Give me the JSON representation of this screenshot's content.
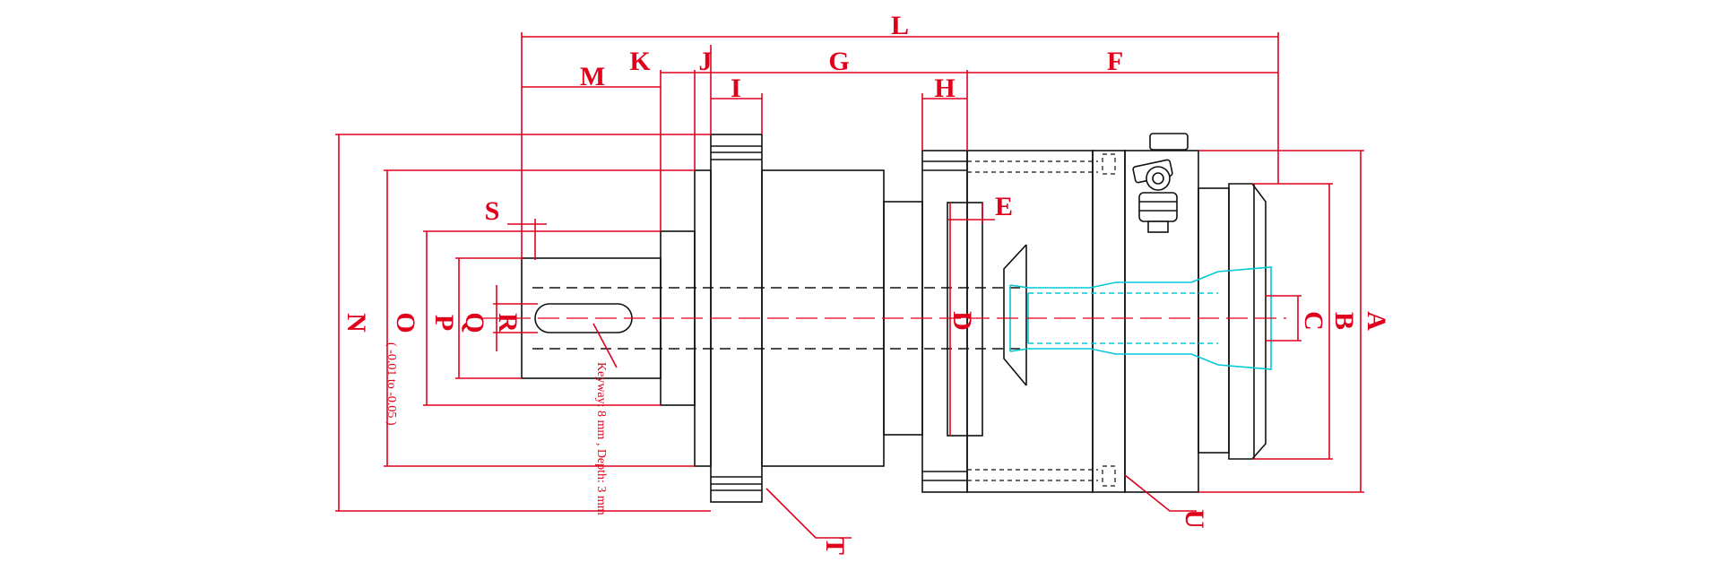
{
  "colors": {
    "dimension": "#e0001b",
    "outline": "#111111",
    "collet": "#00c8d8",
    "background": "#ffffff"
  },
  "labels": {
    "L": "L",
    "M": "M",
    "K": "K",
    "J": "J",
    "G": "G",
    "F": "F",
    "I": "I",
    "H": "H",
    "E": "E",
    "S": "S",
    "N": "N",
    "O": "O",
    "P": "P",
    "Q": "Q",
    "R": "R",
    "D": "D",
    "C": "C",
    "B": "B",
    "A": "A",
    "T": "T",
    "U": "U"
  },
  "notes": {
    "o_tolerance": "( -0.01 to -0.05 )",
    "keyway": "Keyway: 8 mm , Depth: 3 mm"
  }
}
